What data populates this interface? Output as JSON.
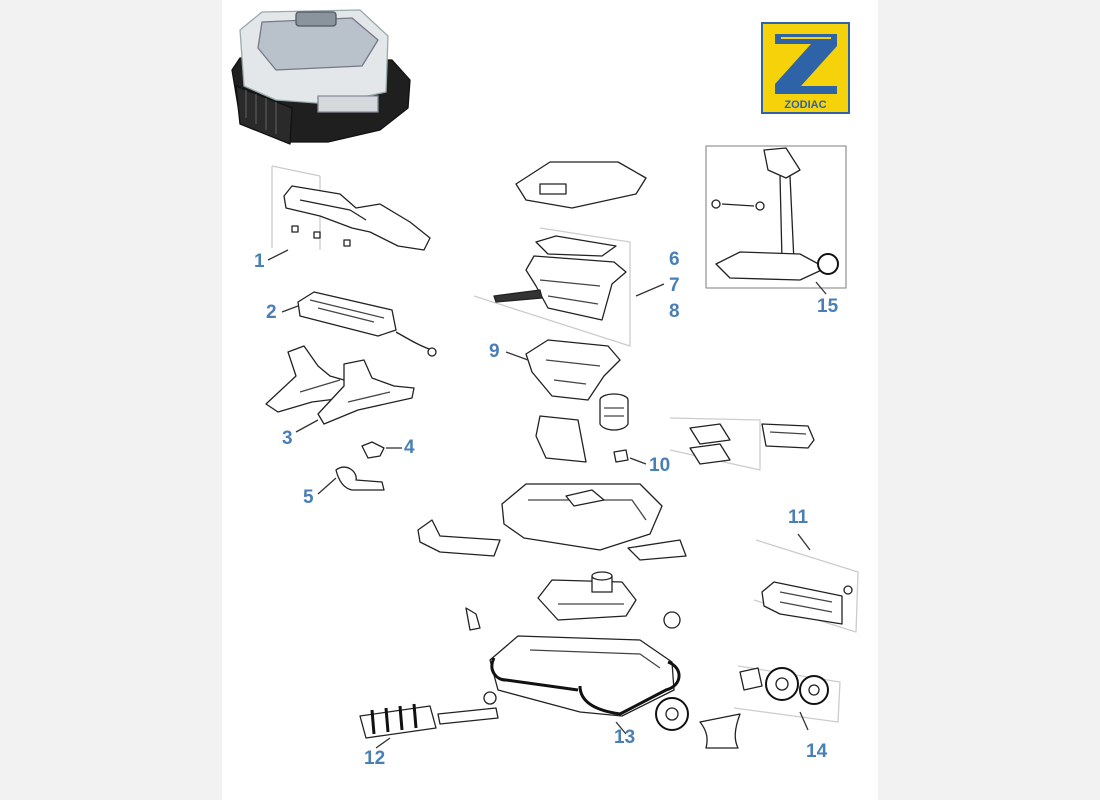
{
  "brand": {
    "name": "ZODIAC",
    "color": "#f5d20a",
    "frame": "#2e63a8"
  },
  "accent_color": "#4a7fb5",
  "part_numbers": [
    "1",
    "2",
    "3",
    "4",
    "5",
    "6",
    "7",
    "8",
    "9",
    "10",
    "11",
    "12",
    "13",
    "14",
    "15"
  ]
}
